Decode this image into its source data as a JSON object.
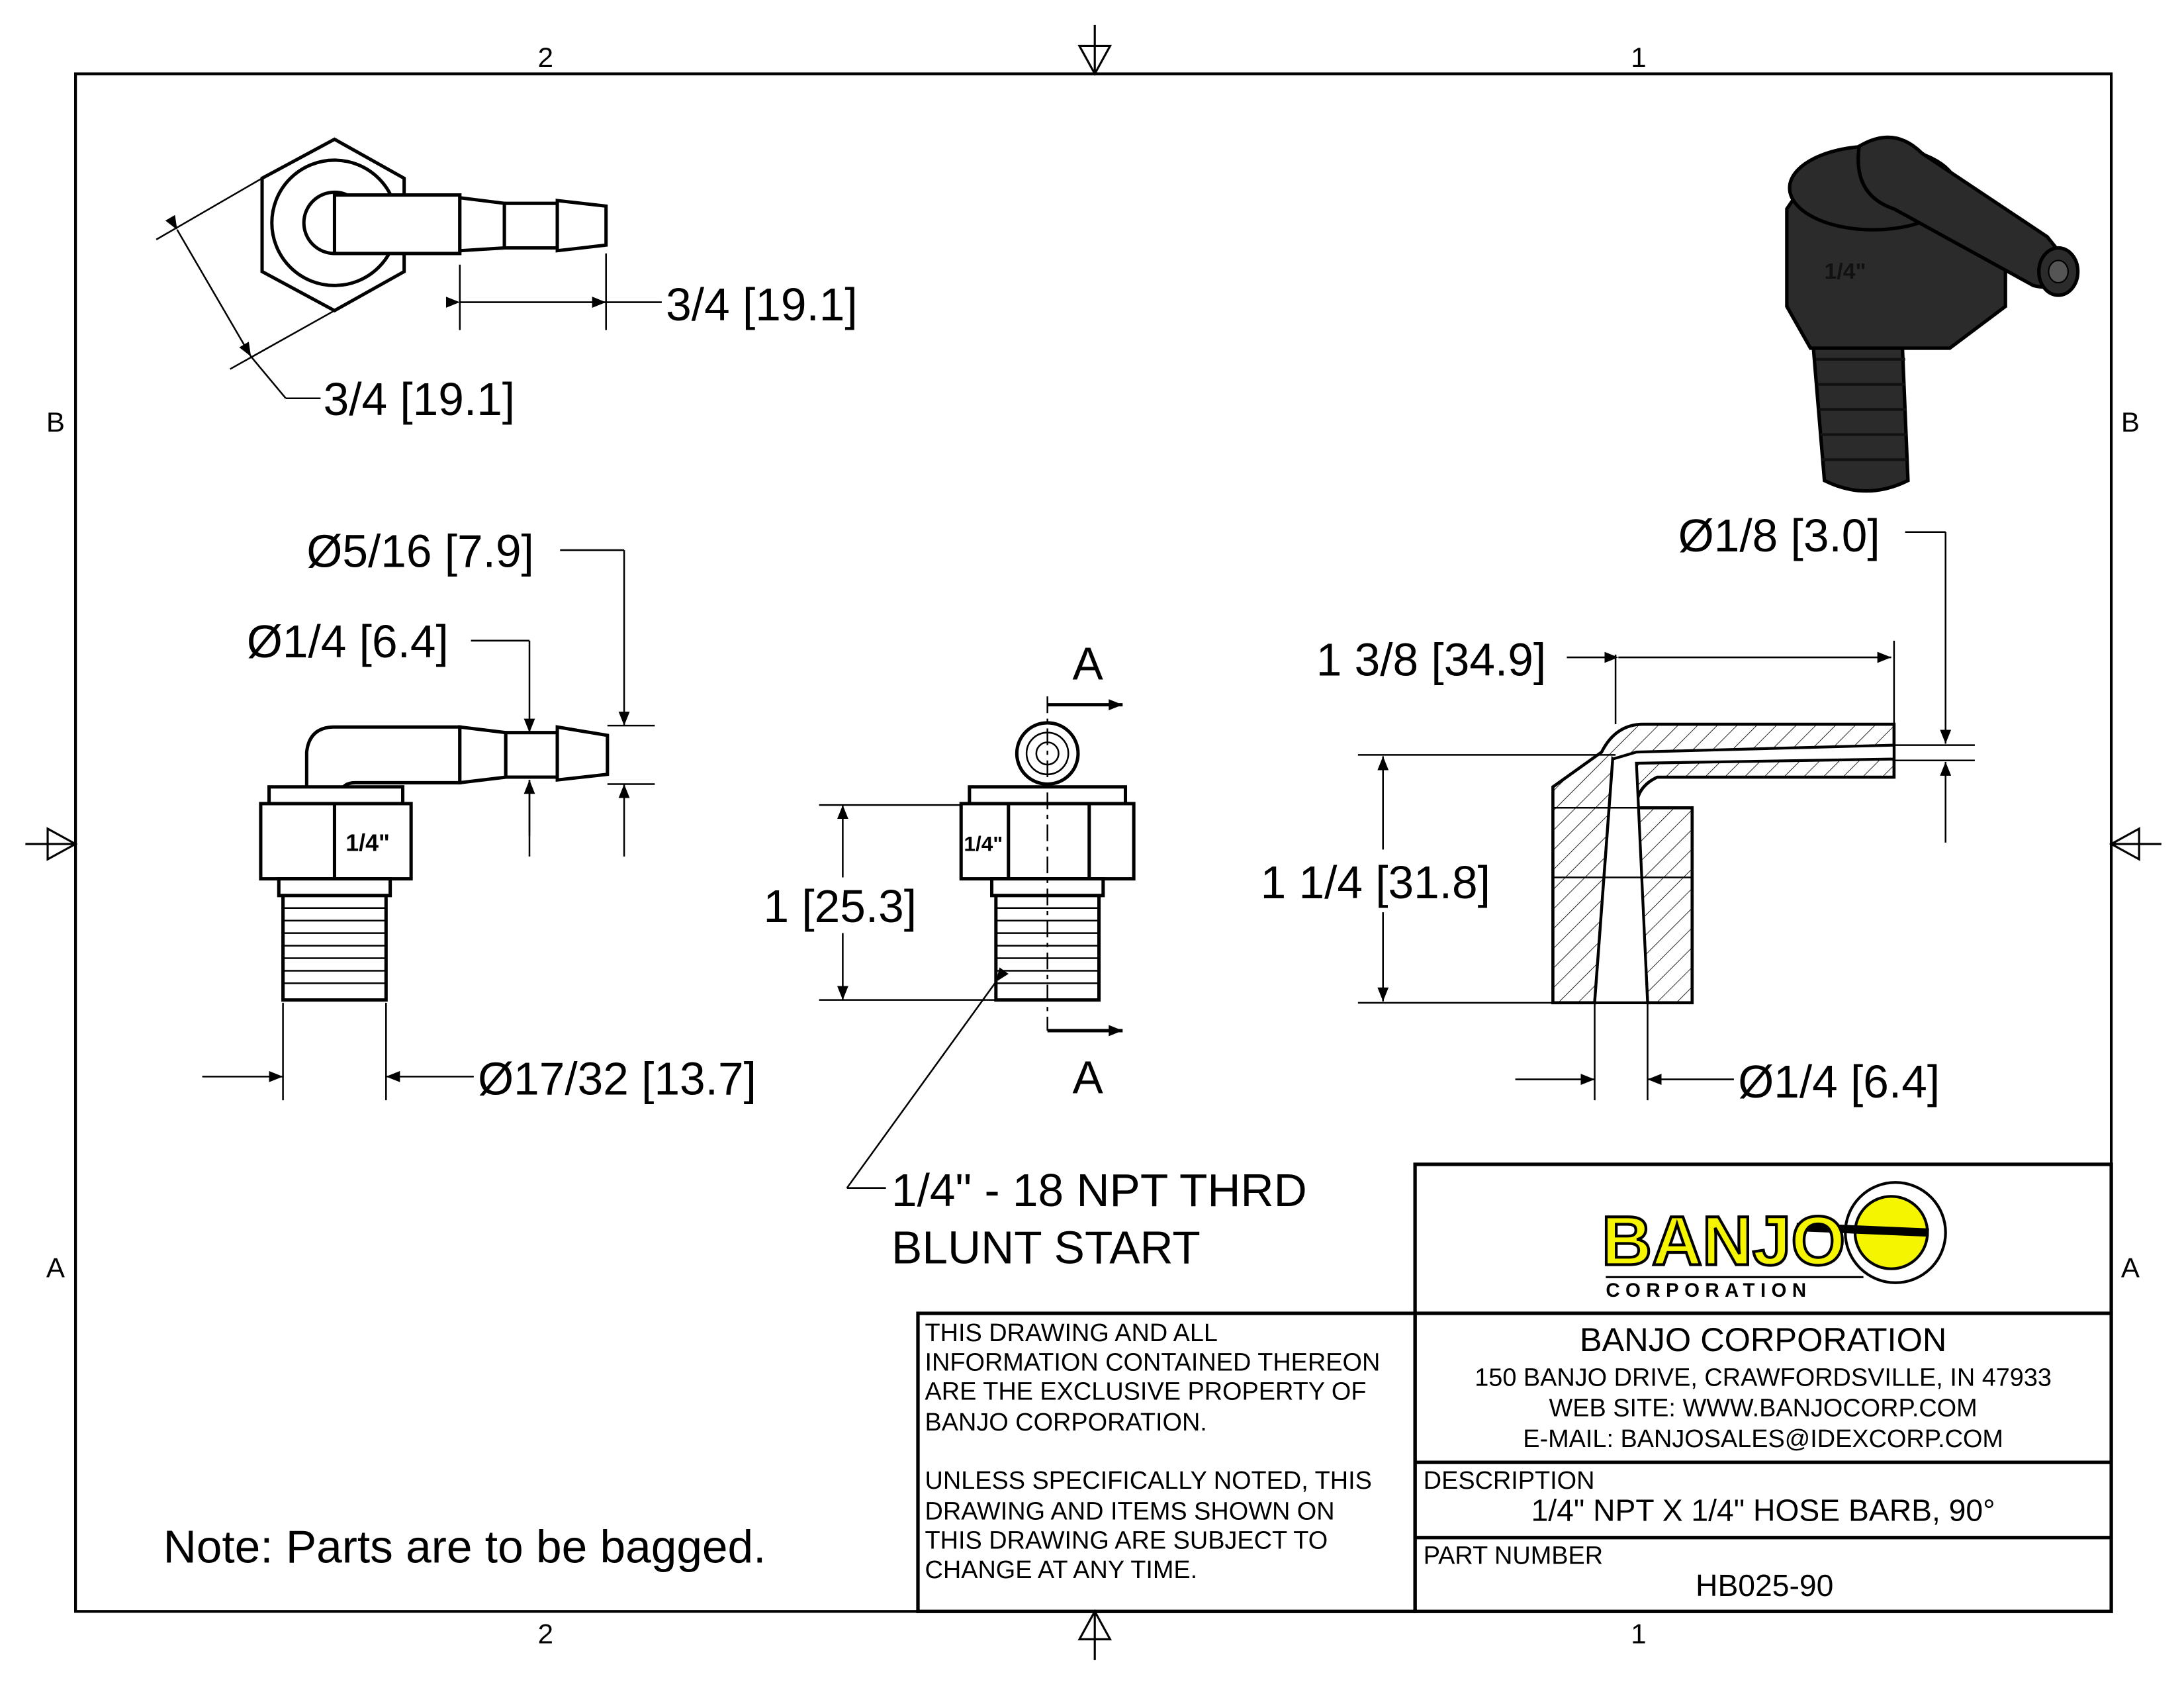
{
  "zones": {
    "top": [
      "2",
      "1"
    ],
    "bottom": [
      "2",
      "1"
    ],
    "left": [
      "B",
      "A"
    ],
    "right": [
      "B",
      "A"
    ]
  },
  "top_view": {
    "dim_barb_length": "3/4 [19.1]",
    "dim_hex_flats": "3/4 [19.1]"
  },
  "front_view": {
    "dim_barb_od": "Ø5/16 [7.9]",
    "dim_barb_root": "Ø1/4 [6.4]",
    "dim_thread_od": "Ø17/32 [13.7]",
    "hex_mark": "1/4\""
  },
  "side_view": {
    "dim_height": "1 [25.3]",
    "section_label_top": "A",
    "section_label_bottom": "A",
    "hex_mark": "1/4\""
  },
  "section_view": {
    "dim_bore_top": "Ø1/8 [3.0]",
    "dim_length": "1 3/8 [34.9]",
    "dim_height": "1 1/4 [31.8]",
    "dim_bore_bottom": "Ø1/4 [6.4]"
  },
  "thread_callout": {
    "line1": "1/4\" - 18 NPT THRD",
    "line2": "BLUNT START"
  },
  "note": "Note: Parts are to be bagged.",
  "title_block": {
    "logo_text": "BANJO",
    "logo_subtext": "CORPORATION",
    "logo_color": "#f5f500",
    "disclaimer": [
      "THIS DRAWING AND ALL",
      "INFORMATION CONTAINED THEREON",
      "ARE THE EXCLUSIVE PROPERTY OF",
      "BANJO CORPORATION.",
      "",
      "UNLESS SPECIFICALLY NOTED, THIS",
      "DRAWING AND ITEMS SHOWN ON",
      "THIS DRAWING ARE SUBJECT TO",
      "CHANGE AT ANY TIME."
    ],
    "company": "BANJO CORPORATION",
    "address": "150 BANJO DRIVE, CRAWFORDSVILLE, IN 47933",
    "website": "WEB SITE: WWW.BANJOCORP.COM",
    "email": "E-MAIL: BANJOSALES@IDEXCORP.COM",
    "description_label": "DESCRIPTION",
    "description": "1/4\" NPT X 1/4\" HOSE BARB, 90°",
    "part_number_label": "PART NUMBER",
    "part_number": "HB025-90"
  }
}
